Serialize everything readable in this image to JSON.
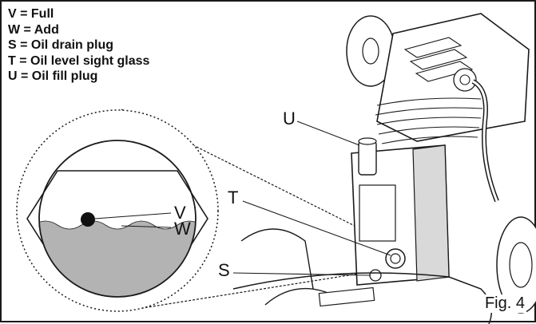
{
  "legend": [
    {
      "letter": "V",
      "text": "V = Full"
    },
    {
      "letter": "W",
      "text": "W = Add"
    },
    {
      "letter": "S",
      "text": "S = Oil drain plug"
    },
    {
      "letter": "T",
      "text": "T = Oil level sight glass"
    },
    {
      "letter": "U",
      "text": "U = Oil fill plug"
    }
  ],
  "callouts": {
    "U": "U",
    "T": "T",
    "S": "S",
    "V": "V",
    "W": "W"
  },
  "figure_label": "Fig. 4",
  "colors": {
    "line": "#1a1a1a",
    "oil": "#b3b3b3",
    "metal_shade": "#d9d9d9"
  }
}
